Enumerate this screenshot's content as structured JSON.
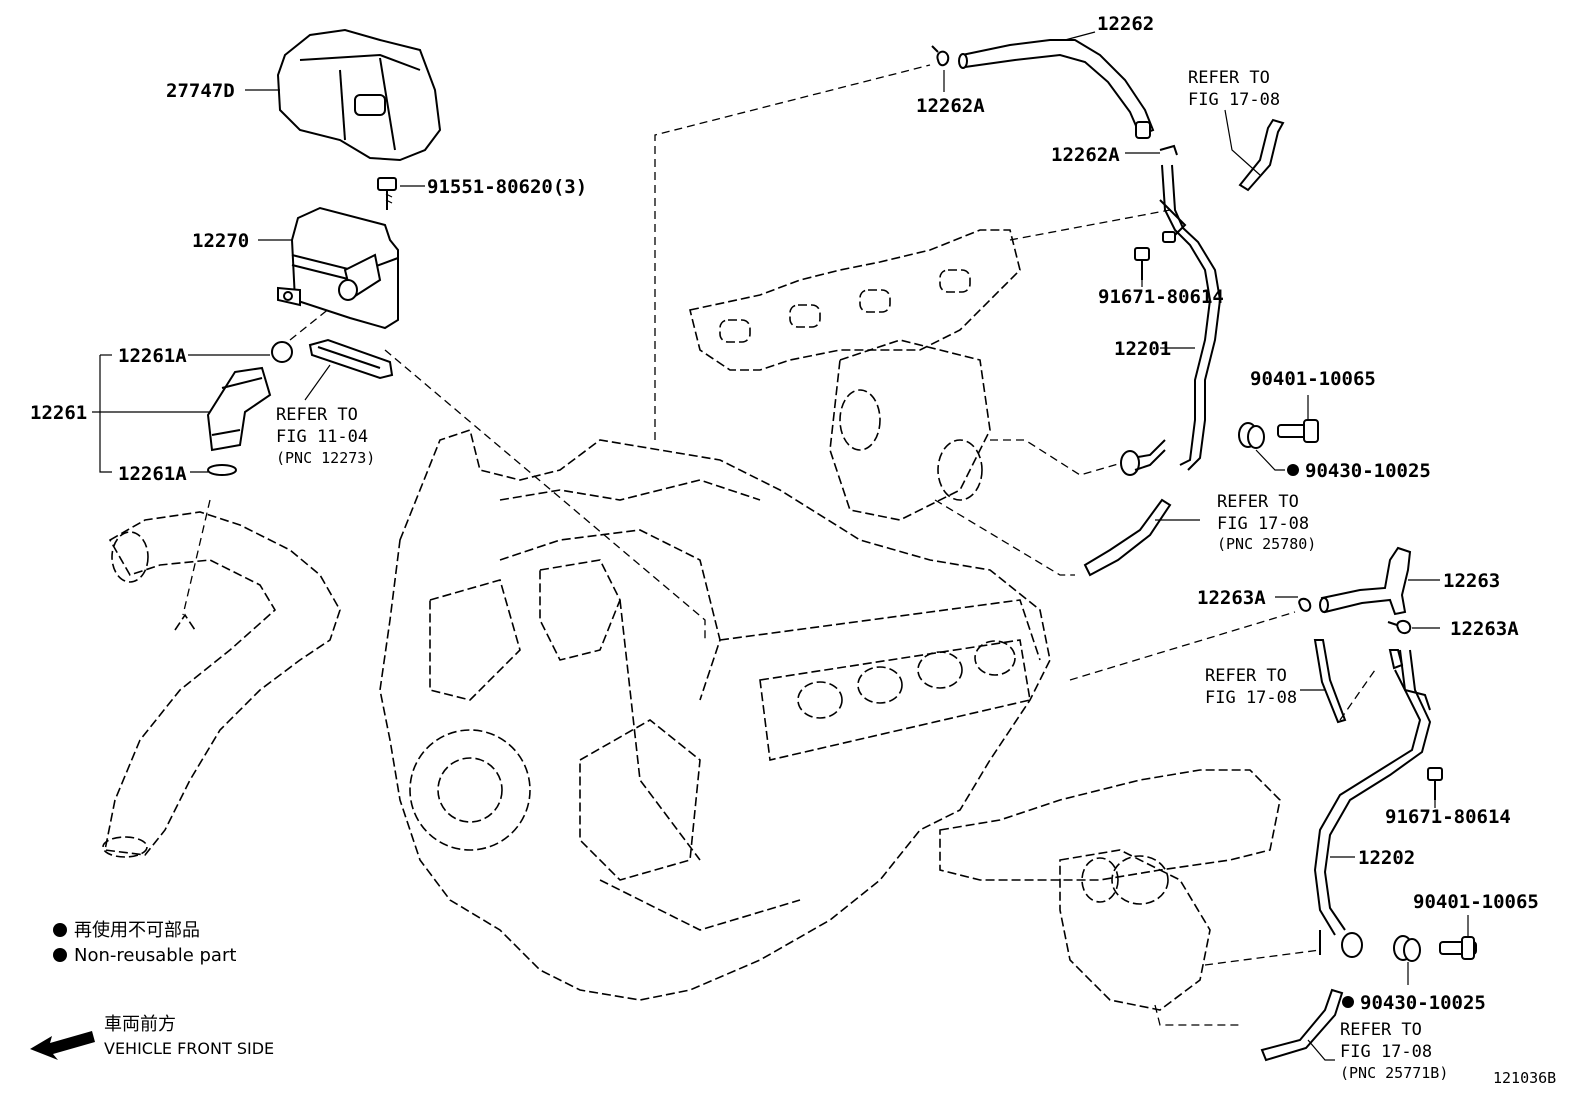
{
  "labels": {
    "p27747D": "27747D",
    "p91551": "91551-80620(3)",
    "p12270": "12270",
    "p12261A_top": "12261A",
    "p12261": "12261",
    "p12261A_bot": "12261A",
    "ref_11_04": [
      "REFER TO",
      "FIG 11-04",
      "(PNC 12273)"
    ],
    "p12262": "12262",
    "p12262A_top": "12262A",
    "p12262A_mid": "12262A",
    "ref_17_08_a": [
      "REFER TO",
      "FIG 17-08"
    ],
    "p91671_a": "91671-80614",
    "p12201": "12201",
    "p90401_a": "90401-10065",
    "p90430_a": "90430-10025",
    "ref_17_08_b": [
      "REFER TO",
      "FIG 17-08",
      "(PNC 25780)"
    ],
    "p12263": "12263",
    "p12263A_left": "12263A",
    "p12263A_right": "12263A",
    "ref_17_08_c": [
      "REFER TO",
      "FIG 17-08"
    ],
    "p91671_b": "91671-80614",
    "p12202": "12202",
    "p90401_b": "90401-10065",
    "p90430_b": "90430-10025",
    "ref_17_08_d": [
      "REFER TO",
      "FIG 17-08",
      "(PNC 25771B)"
    ],
    "fig_code": "121036B"
  },
  "legend": {
    "nonreusable_jp": "再使用不可部品",
    "nonreusable_en": "Non-reusable part",
    "front_jp": "車両前方",
    "front_en": "VEHICLE FRONT SIDE"
  }
}
